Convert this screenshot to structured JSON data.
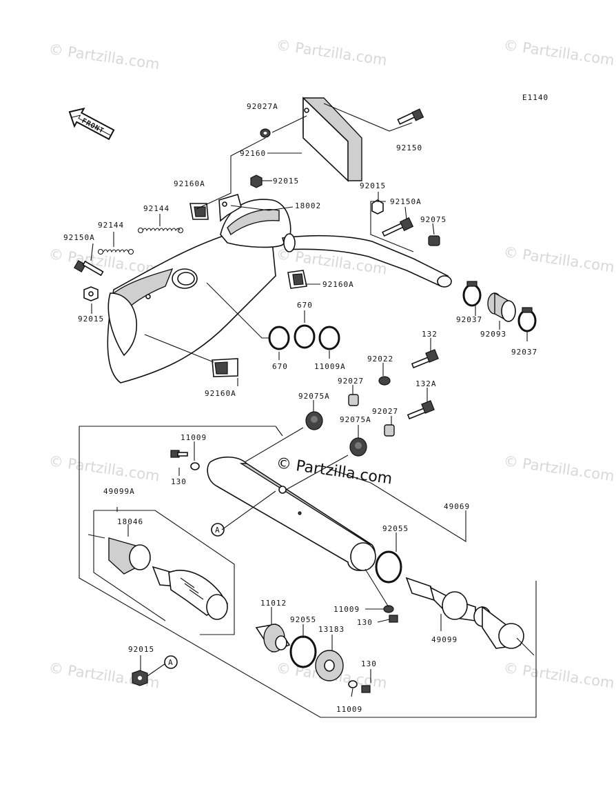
{
  "diagram_code": "E1140",
  "front_arrow_text": "FRONT",
  "watermark_text": "© Partzilla.com",
  "center_watermark_text": "© Partzilla.com",
  "callout_letter": "A",
  "labels": {
    "p92027A": "92027A",
    "p92160": "92160",
    "p92150": "92150",
    "p92160A_top": "92160A",
    "p92015_top": "92015",
    "p18002": "18002",
    "p92144_a": "92144",
    "p92144_b": "92144",
    "p92150A_left": "92150A",
    "p92015_left": "92015",
    "p92015_right": "92015",
    "p92150A_right": "92150A",
    "p92075": "92075",
    "p92160A_mid": "92160A",
    "p92037_a": "92037",
    "p92093": "92093",
    "p92037_b": "92037",
    "p670_top": "670",
    "p670_bot": "670",
    "p11009A": "11009A",
    "p92160A_low": "92160A",
    "p132": "132",
    "p92022": "92022",
    "p92027_a": "92027",
    "p132A": "132A",
    "p92075A_a": "92075A",
    "p92027_b": "92027",
    "p92075A_b": "92075A",
    "p11009_top": "11009",
    "p130_top": "130",
    "p49099A": "49099A",
    "p18046": "18046",
    "p49069": "49069",
    "p92055_right": "92055",
    "p11009_mid": "11009",
    "p130_mid": "130",
    "p49099": "49099",
    "p11012": "11012",
    "p92055_low": "92055",
    "p13183": "13183",
    "p130_low": "130",
    "p11009_low": "11009",
    "p92015_bottom": "92015"
  }
}
